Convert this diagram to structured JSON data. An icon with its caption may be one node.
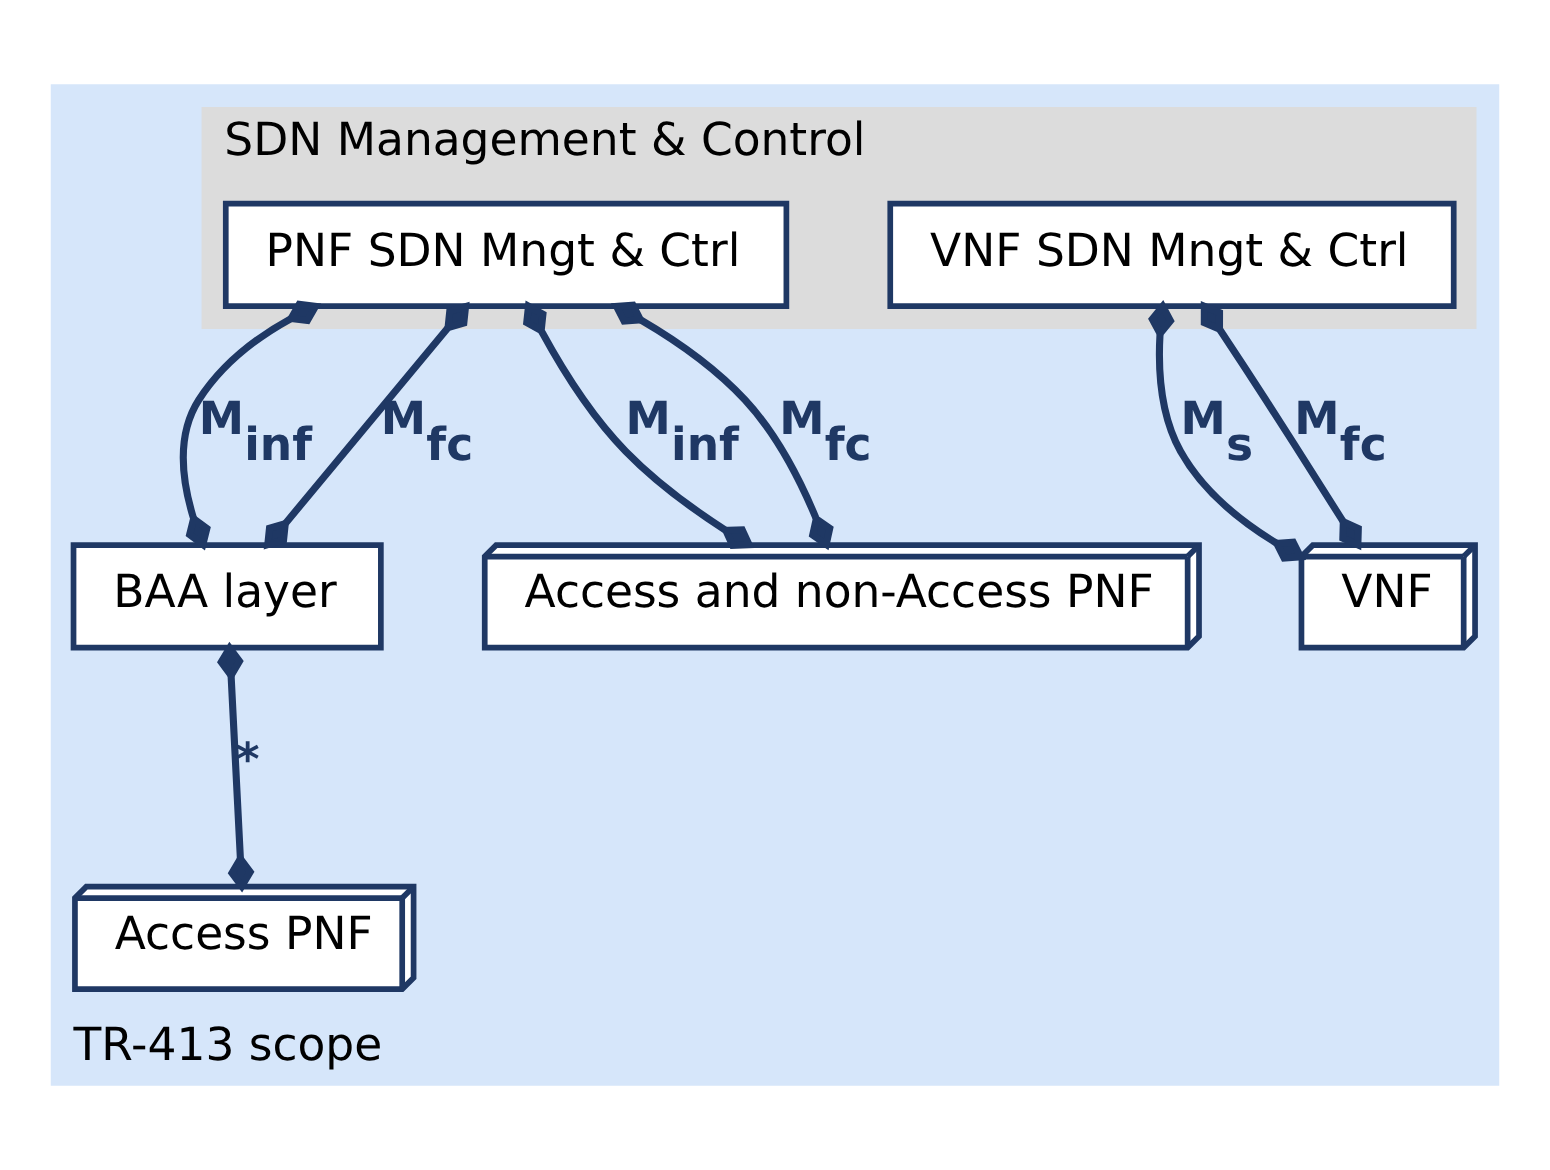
{
  "diagram": {
    "nodes": [
      {
        "text": [
          "TR-413 scope"
        ]
      },
      {
        "text": [
          "SDN Management & Control"
        ],
        "in": 0
      },
      {
        "text": [
          "PNF SDN Mngt & Ctrl"
        ],
        "in": 1
      },
      {
        "text": [
          "VNF SDN Mngt & Ctrl"
        ],
        "in": 1
      },
      {
        "text": [
          "BAA layer"
        ],
        "in": 0
      },
      {
        "text": [
          "Access PNF"
        ],
        "in": 0
      },
      {
        "text": [
          "Access and non-Access PNF"
        ],
        "in": 0
      },
      {
        "text": [
          "VNF"
        ],
        "in": 0
      }
    ],
    "edges": [
      {
        "from": 2,
        "to": 4,
        "arrow": "other",
        "label": "M$_{inf}$"
      },
      {
        "from": 2,
        "to": 4,
        "arrow": "other",
        "label": "M$_{fc}$"
      },
      {
        "from": 4,
        "to": 5,
        "arrow": "other",
        "label": "*"
      },
      {
        "from": 2,
        "to": 6,
        "arrow": "other",
        "label": "M$_{inf}$"
      },
      {
        "from": 2,
        "to": 6,
        "arrow": "other",
        "label": "M$_{fc}$"
      },
      {
        "from": 3,
        "to": 7,
        "arrow": "other",
        "label": "M$_{s}$"
      },
      {
        "from": 3,
        "to": 7,
        "arrow": "other",
        "label": "M$_{fc}$"
      }
    ]
  }
}
